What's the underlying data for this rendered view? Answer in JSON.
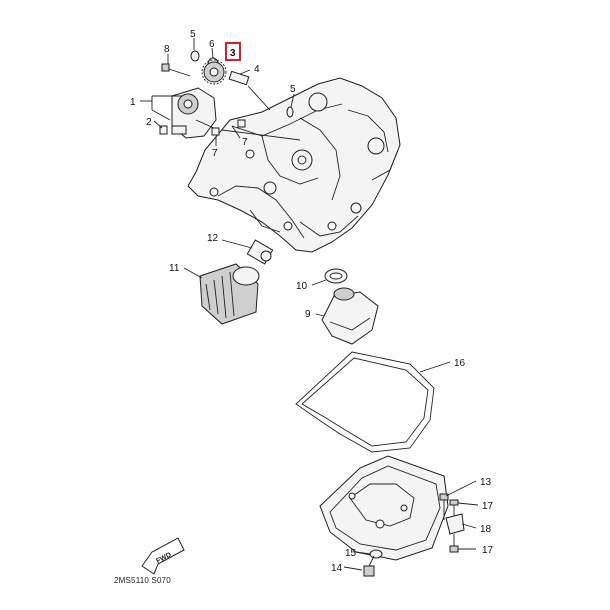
{
  "diagram": {
    "code": "2MS5110 S070",
    "fwd_label": "FWD",
    "highlighted_part": "3",
    "highlight_color": "#d0202a",
    "part_numbers": [
      "1",
      "2",
      "3",
      "4",
      "5",
      "5",
      "6",
      "7",
      "7",
      "8",
      "9",
      "10",
      "11",
      "12",
      "13",
      "14",
      "15",
      "16",
      "17",
      "17",
      "18"
    ]
  }
}
